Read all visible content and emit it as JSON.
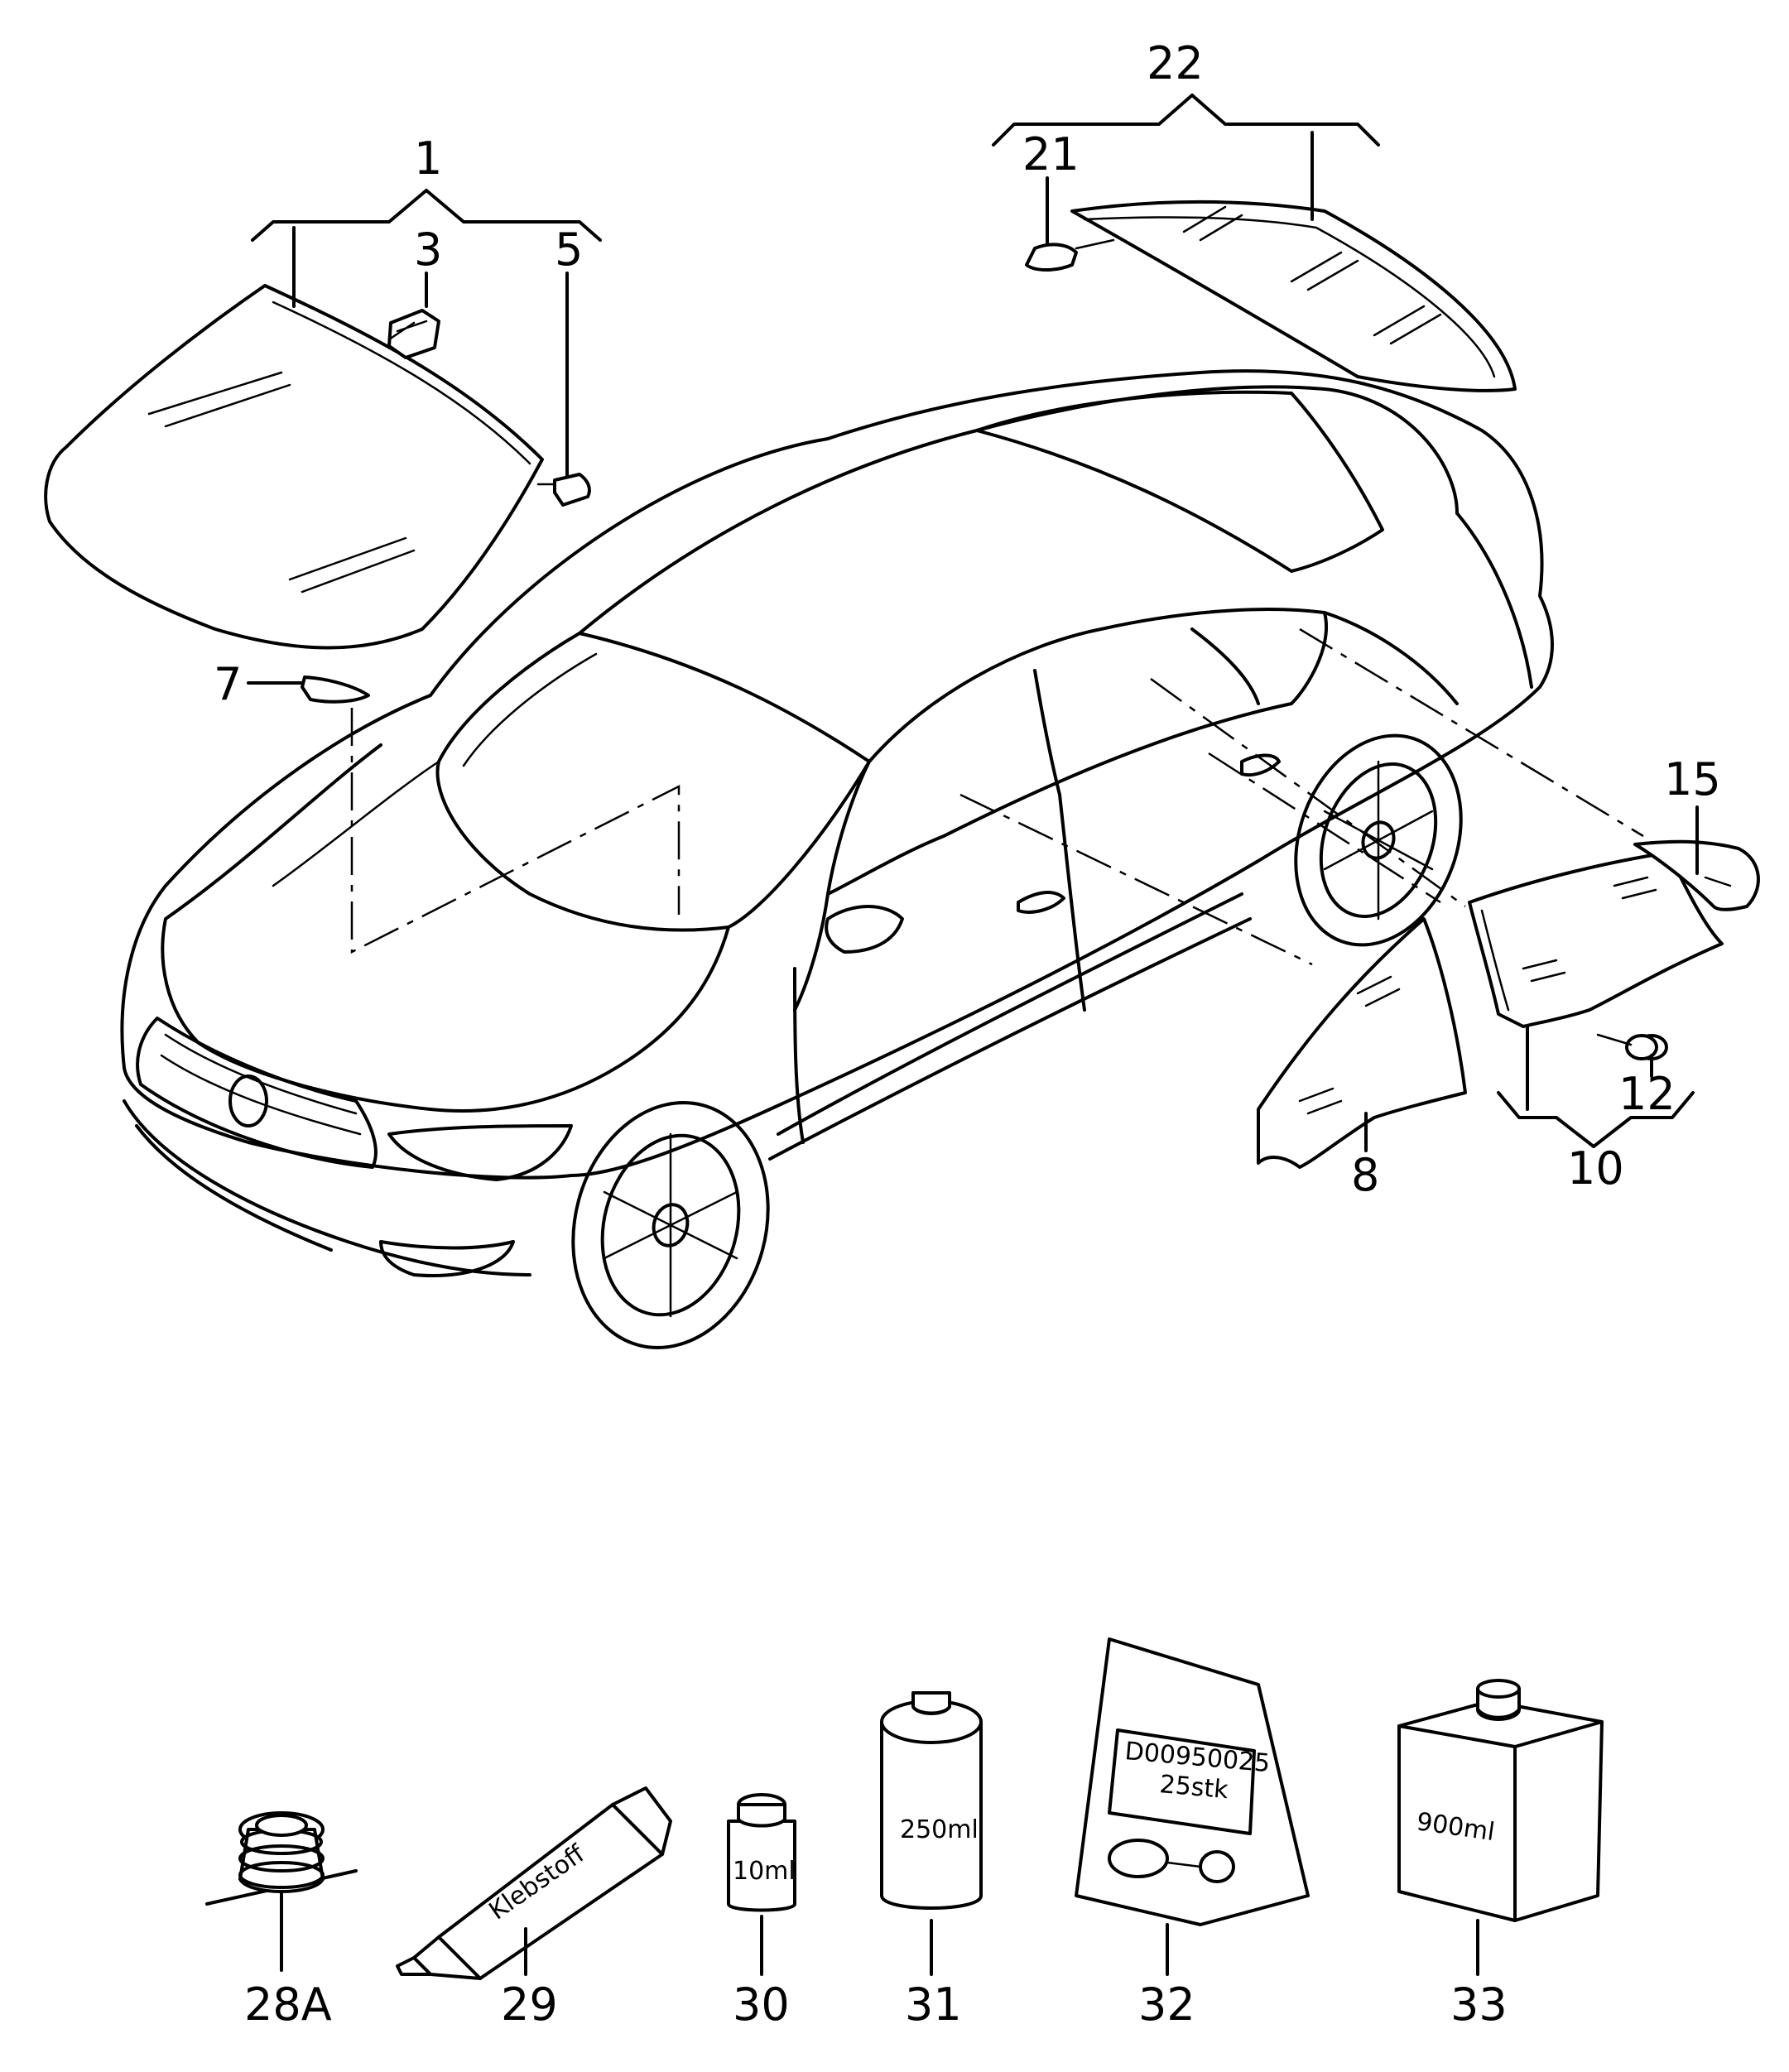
{
  "callouts": {
    "c1": "1",
    "c3": "3",
    "c5": "5",
    "c7": "7",
    "c8": "8",
    "c10": "10",
    "c12": "12",
    "c15": "15",
    "c21": "21",
    "c22": "22",
    "c28a": "28A",
    "c29": "29",
    "c30": "30",
    "c31": "31",
    "c32": "32",
    "c33": "33"
  },
  "product_labels": {
    "tube": "Klebstoff",
    "bottle_small": "10ml",
    "can": "250ml",
    "bag_code": "D00950025",
    "bag_qty": "25stk",
    "jug": "900ml"
  },
  "colors": {
    "line": "#000000",
    "background": "#ffffff"
  }
}
